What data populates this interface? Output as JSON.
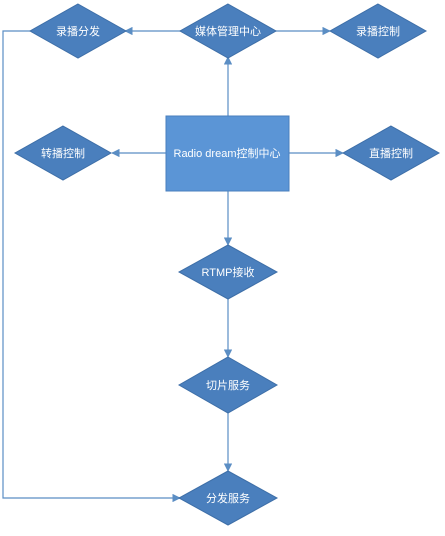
{
  "diagram": {
    "center": {
      "label": "Radio dream控制中心"
    },
    "media_center": {
      "label": "媒体管理中心"
    },
    "record_distribute": {
      "label": "录播分发"
    },
    "record_control": {
      "label": "录播控制"
    },
    "relay_control": {
      "label": "转播控制"
    },
    "live_control": {
      "label": "直播控制"
    },
    "rtmp_receive": {
      "label": "RTMP接收"
    },
    "slice_service": {
      "label": "切片服务"
    },
    "distribute_service": {
      "label": "分发服务"
    }
  },
  "colors": {
    "diamond_fill": "#4a7fbd",
    "rect_fill": "#5b95d6",
    "edge": "#5b8ec4"
  }
}
